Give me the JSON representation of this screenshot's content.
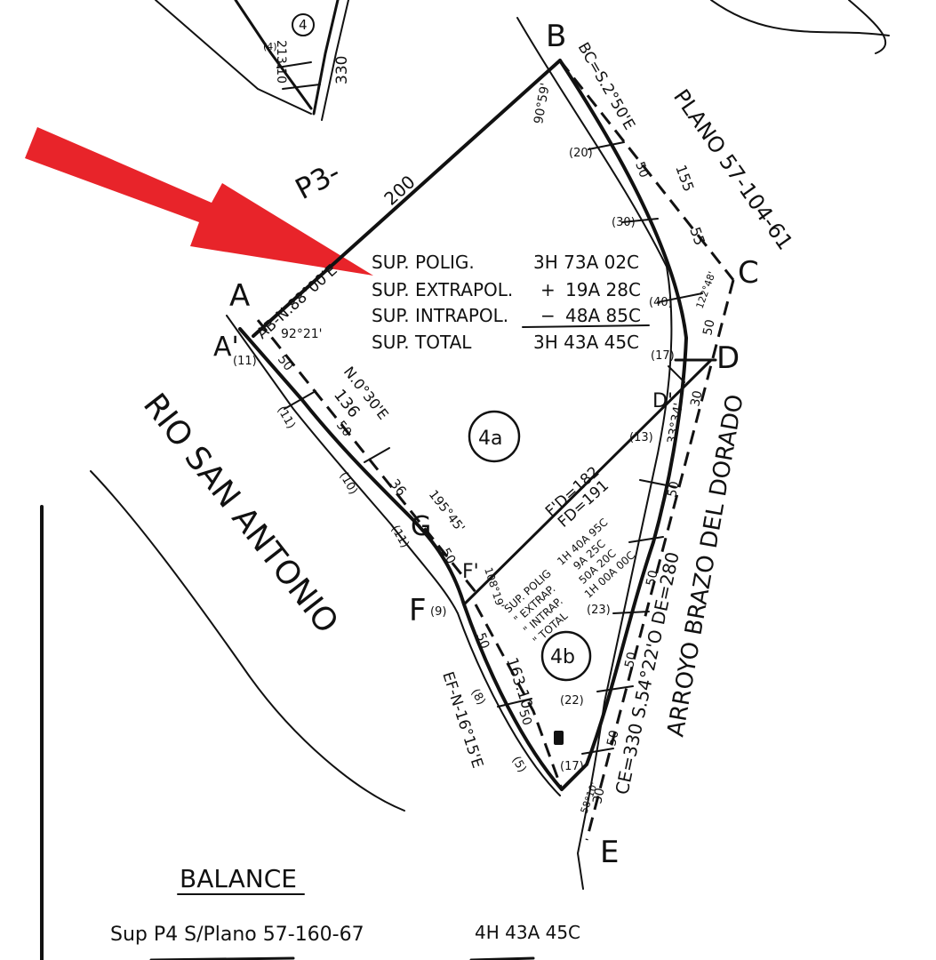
{
  "map": {
    "points": {
      "A": "A",
      "A_prime": "A'",
      "B": "B",
      "C": "C",
      "D": "D",
      "D_prime": "D'",
      "E": "E",
      "F": "F",
      "F_prime": "F'",
      "G": "G"
    },
    "plan_refs": {
      "p3": "P3-",
      "plano": "PLANO 57-104-61"
    },
    "lot_labels": {
      "lot_4a": "4a",
      "lot_4b": "4b",
      "lot_4": "4"
    },
    "river": "RIO SAN ANTONIO",
    "arroyo": "ARROYO BRAZO DEL DORADO",
    "bearings": {
      "ab": "AB-N.88°00'E",
      "bc": "BC=S.2°50'E",
      "ce": "CE=330 S.54°22'O DE=280",
      "ef": "EF-N-16°15'E",
      "n0": "N.0°30'E",
      "fd": "F'D=182",
      "fd2": "FD=191"
    },
    "dims": {
      "d200": "200",
      "d155": "155",
      "d55": "55",
      "d50": "50",
      "d36": "36",
      "d136": "136",
      "d16310": "163.10",
      "d330": "330",
      "d30": "30",
      "d36b": "36",
      "d213": "213.10"
    },
    "angles": {
      "a9059": "90°59'",
      "a9221": "92°21'",
      "a19545": "195°45'",
      "a3334": "33°34'",
      "a10819": "108°19'",
      "a1224": "122°48'",
      "a5810": "58°10'"
    },
    "parcels": {
      "p20": "(20)",
      "p30": "(30)",
      "p40": "(40)",
      "p17": "(17)",
      "p13": "(13)",
      "p11": "(11)",
      "p11b": "(11)",
      "p10": "(10)",
      "p11c": "(11)",
      "p9": "(9)",
      "p8": "(8)",
      "p5": "(5)",
      "p23": "(23)",
      "p22": "(22)",
      "p17b": "(17)",
      "p4": "(4)"
    }
  },
  "summary_4a": {
    "rows": [
      {
        "label": "SUP. POLIG.",
        "sign": "",
        "value": "3H 73A 02C"
      },
      {
        "label": "SUP. EXTRAPOL.",
        "sign": "+",
        "value": "19A 28C"
      },
      {
        "label": "SUP. INTRAPOL.",
        "sign": "−",
        "value": "48A 85C"
      },
      {
        "label": "SUP. TOTAL",
        "sign": "",
        "value": "3H 43A 45C"
      }
    ]
  },
  "summary_4b": {
    "rows": [
      {
        "label": "SUP. POLIG",
        "value": "1H 40A 95C"
      },
      {
        "label": "\" EXTRAP.",
        "value": "9A 25C"
      },
      {
        "label": "\" INTRAP.",
        "value": "50A 20C"
      },
      {
        "label": "\" TOTAL",
        "value": "1H 00A 00C"
      }
    ]
  },
  "balance": {
    "title": "BALANCE",
    "row_label": "Sup P4 S/Plano 57-160-67",
    "row_value": "4H 43A 45C"
  },
  "arrow_color": "#e8242a"
}
